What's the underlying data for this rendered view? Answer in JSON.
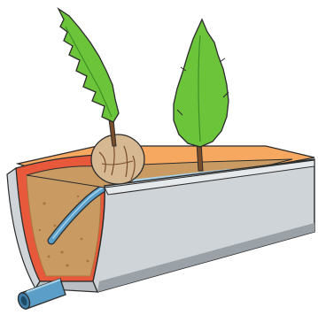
{
  "colors": {
    "background": "#ffffff",
    "tree_foliage": "#6cc43a",
    "tree_foliage_dark": "#3f8f26",
    "tree_trunk": "#7a4d2b",
    "root_ball": "#d6b893",
    "soil": "#c99b63",
    "soil_dark": "#a8773f",
    "liner_red": "#e8583a",
    "liner_orange": "#f6a860",
    "trough_gray": "#cfd4d8",
    "trough_shadow": "#9aa1a7",
    "pipe_blue": "#5b9fc8",
    "pipe_light": "#a9d2ea",
    "outline": "#2b2b2b"
  },
  "elements": {
    "trees": 2,
    "pipes": [
      "irrigation-tube",
      "drain-pipe"
    ]
  }
}
